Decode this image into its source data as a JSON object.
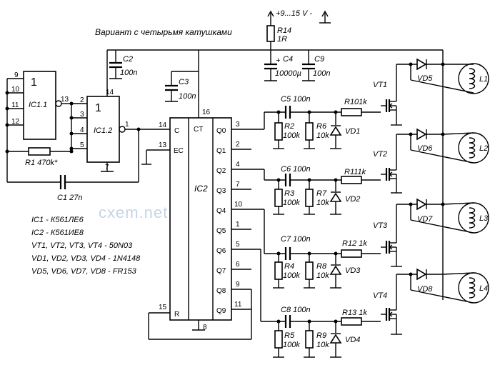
{
  "title": "Вариант с четырьмя катушками",
  "watermark": "cxem.net",
  "power": {
    "label": "+9...15 V -"
  },
  "parts": {
    "R14": "R14",
    "R14v": "1R",
    "C4": "C4",
    "C4v": "10000µ",
    "C9": "C9",
    "C9v": "100n",
    "C2": "C2",
    "C2v": "100n",
    "C3": "C3",
    "C3v": "100n",
    "C1": "C1 27n",
    "R1": "R1 470k*",
    "IC11": "IC1.1",
    "IC12": "IC1.2",
    "IC2": "IC2",
    "one": "1",
    "CT": "CT",
    "C5": "C5 100n",
    "C6": "C6 100n",
    "C7": "C7 100n",
    "C8": "C8 100n",
    "R2": "R2",
    "R3": "R3",
    "R4": "R4",
    "R5": "R5",
    "R6": "R6",
    "R7": "R7",
    "R8": "R8",
    "R9": "R9",
    "k100": "100k",
    "k10": "10k",
    "R10": "R101k",
    "R11": "R111k",
    "R12": "R12  1k",
    "R13": "R13  1k",
    "VD1": "VD1",
    "VD2": "VD2",
    "VD3": "VD3",
    "VD4": "VD4",
    "VD5": "VD5",
    "VD6": "VD6",
    "VD7": "VD7",
    "VD8": "VD8",
    "VT1": "VT1",
    "VT2": "VT2",
    "VT3": "VT3",
    "VT4": "VT4",
    "L1": "L1",
    "L2": "L2",
    "L3": "L3",
    "L4": "L4"
  },
  "pins": {
    "p9": "9",
    "p10": "10",
    "p11": "11",
    "p12": "12",
    "p13": "13",
    "p2": "2",
    "p3": "3",
    "p4": "4",
    "p5": "5",
    "p1": "1",
    "p14": "14",
    "p7": "7",
    "c14": "14",
    "c16": "16",
    "c13": "13",
    "c15": "15",
    "c8": "8",
    "C": "C",
    "EC": "EC",
    "R": "R",
    "Q0": "Q0",
    "Q1": "Q1",
    "Q2": "Q2",
    "Q3": "Q3",
    "Q4": "Q4",
    "Q5": "Q5",
    "Q6": "Q6",
    "Q7": "Q7",
    "Q8": "Q8",
    "Q9": "Q9",
    "n3": "3",
    "n2": "2",
    "n4": "4",
    "n7": "7",
    "n10": "10",
    "n1": "1",
    "n5": "5",
    "n6": "6",
    "n9": "9",
    "n11": "11"
  },
  "legend": [
    "IC1 - К561ЛЕ6",
    "IC2 - К561ИЕ8",
    "VT1, VT2, VT3, VT4 - 50N03",
    "VD1, VD2, VD3, VD4 - 1N4148",
    "VD5, VD6, VD7, VD8 - FR153"
  ]
}
